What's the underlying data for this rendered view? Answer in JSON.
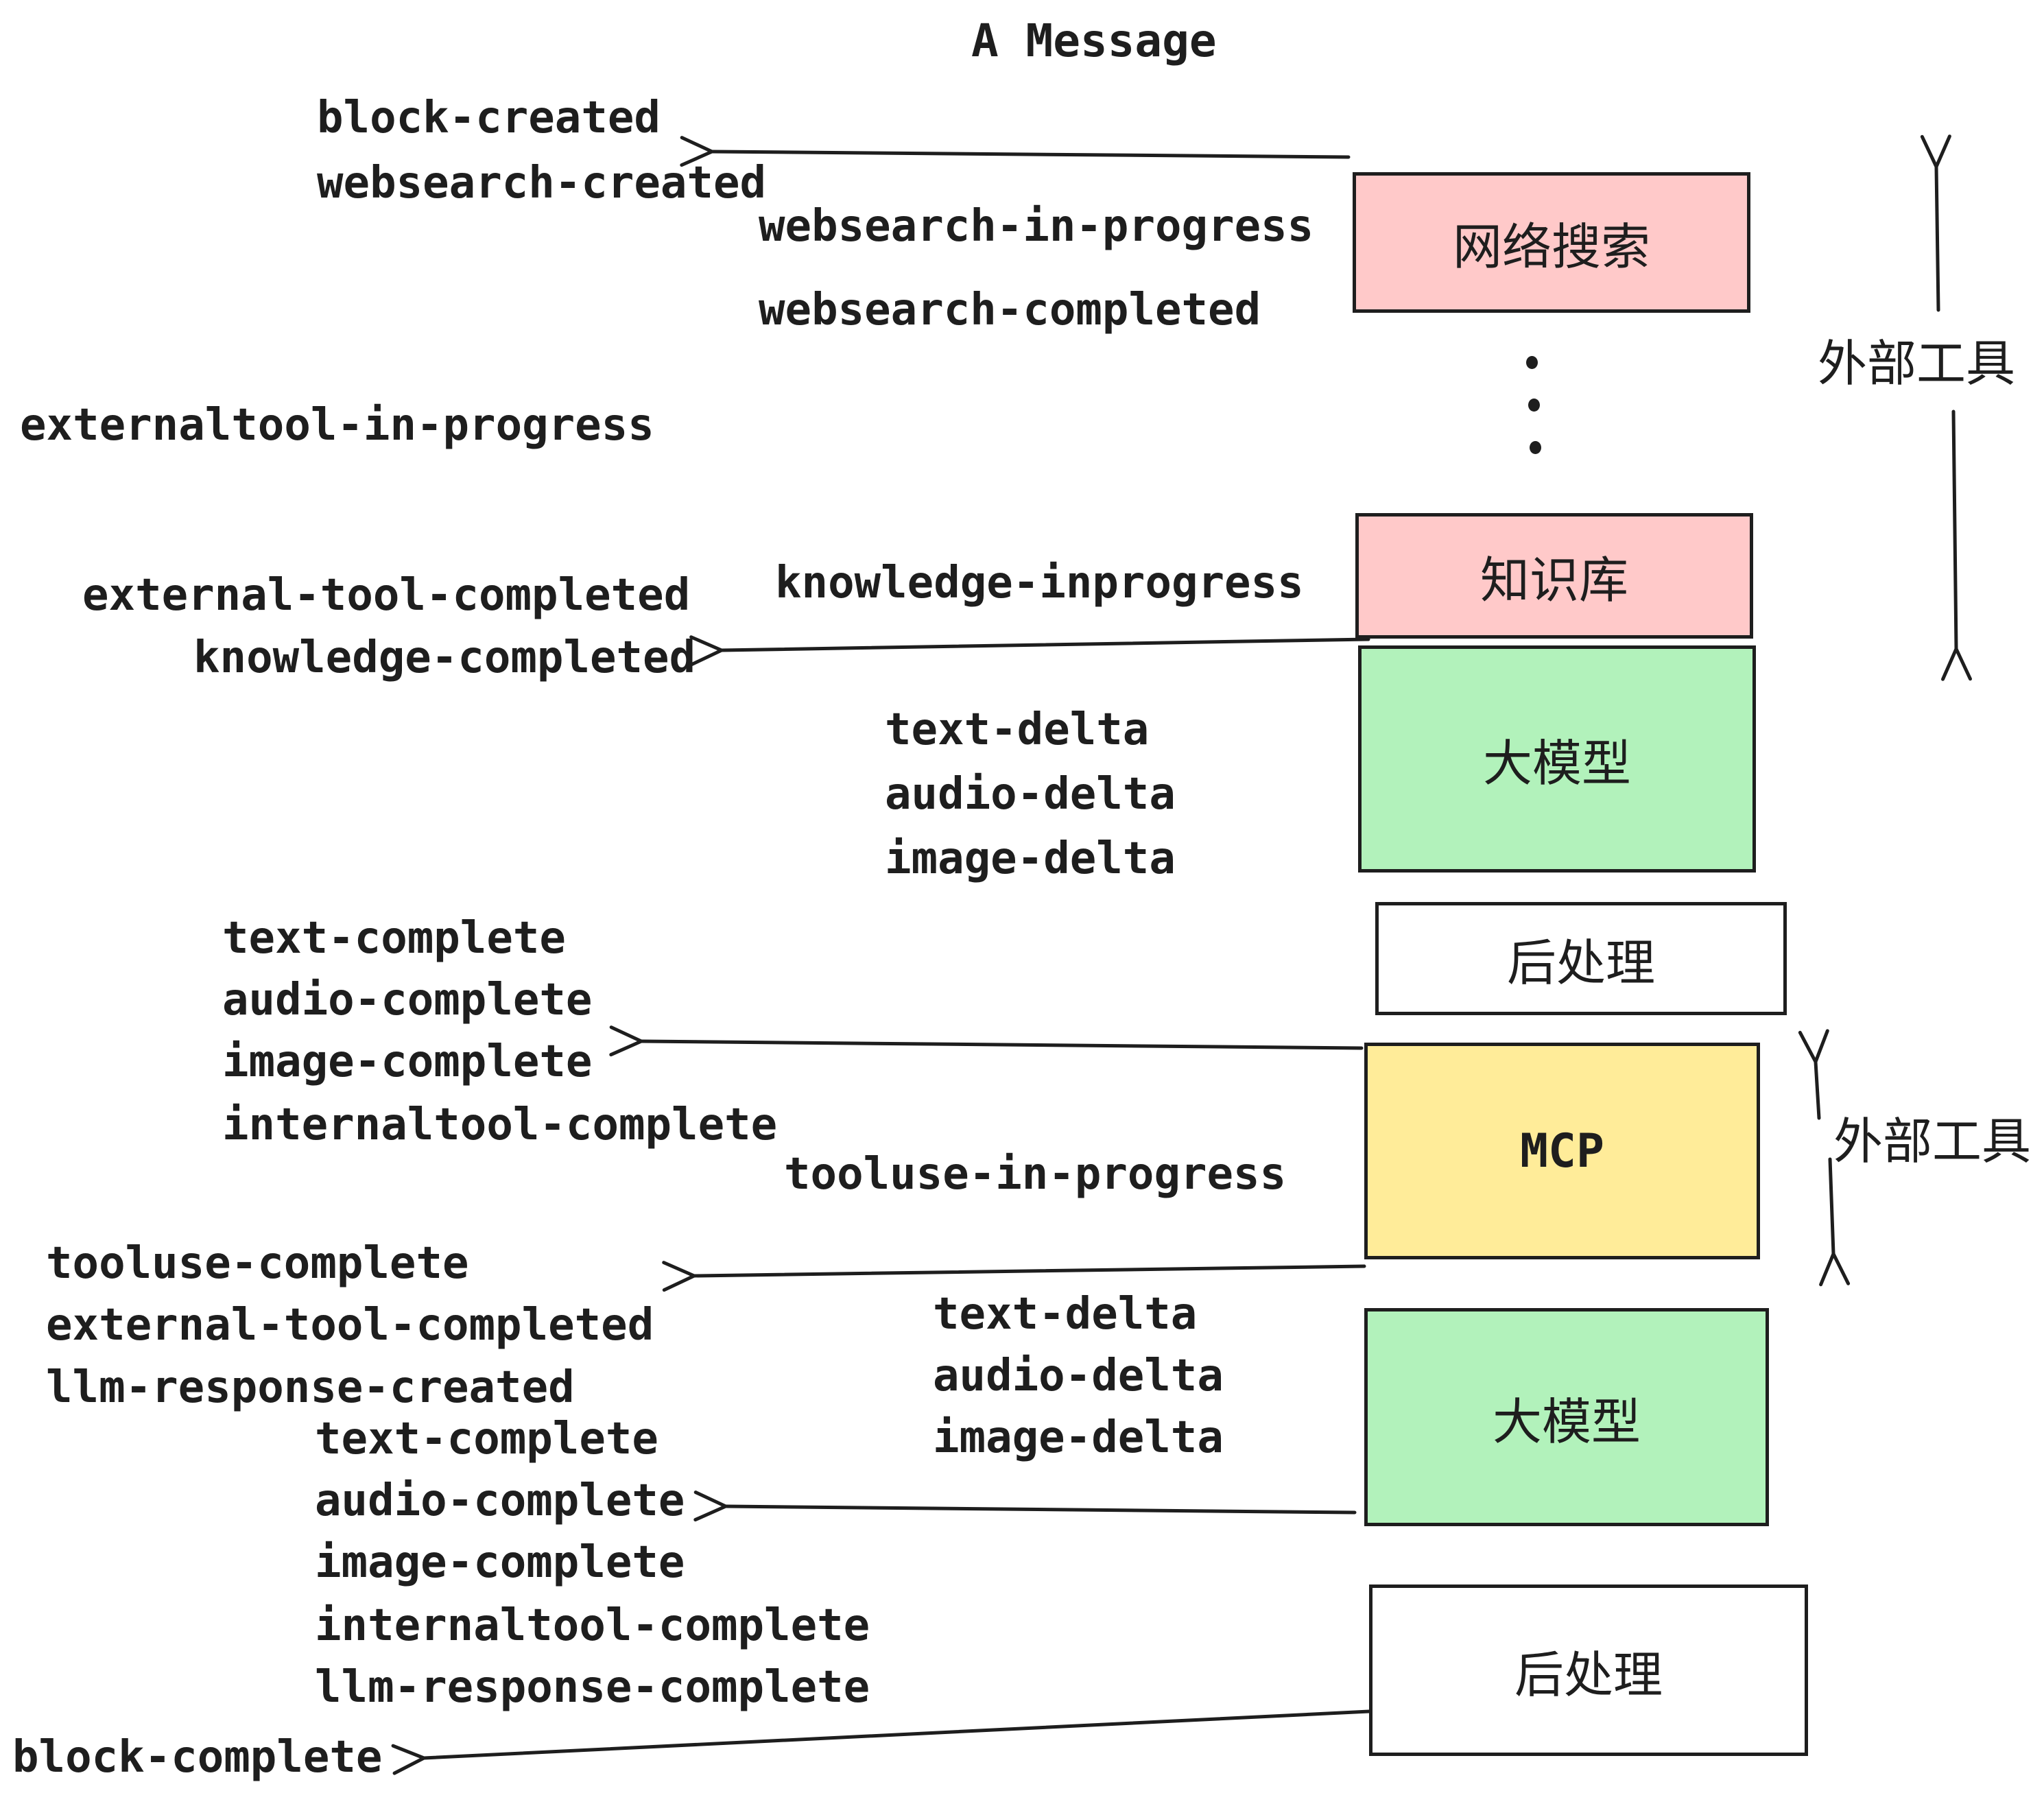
{
  "title": "A Message",
  "events": {
    "block_created": "block-created",
    "websearch_created": "websearch-created",
    "websearch_in_progress": "websearch-in-progress",
    "websearch_completed": "websearch-completed",
    "externaltool_in_progress": "externaltool-in-progress",
    "knowledge_inprogress": "knowledge-inprogress",
    "external_tool_completed_1": "external-tool-completed",
    "knowledge_completed": "knowledge-completed",
    "text_delta_1": "text-delta",
    "audio_delta_1": "audio-delta",
    "image_delta_1": "image-delta",
    "text_complete_1": "text-complete",
    "audio_complete_1": "audio-complete",
    "image_complete_1": "image-complete",
    "internaltool_complete_1": "internaltool-complete",
    "tooluse_in_progress": "tooluse-in-progress",
    "tooluse_complete": "tooluse-complete",
    "external_tool_completed_2": "external-tool-completed",
    "llm_response_created": "llm-response-created",
    "text_delta_2": "text-delta",
    "audio_delta_2": "audio-delta",
    "image_delta_2": "image-delta",
    "text_complete_2": "text-complete",
    "audio_complete_2": "audio-complete",
    "image_complete_2": "image-complete",
    "internaltool_complete_2": "internaltool-complete",
    "llm_response_complete": "llm-response-complete",
    "block_complete": "block-complete"
  },
  "boxes": {
    "websearch": {
      "label": "网络搜索",
      "color": "#ffc9c9"
    },
    "knowledge": {
      "label": "知识库",
      "color": "#ffc9c9"
    },
    "llm1": {
      "label": "大模型",
      "color": "#b2f2bb"
    },
    "post1": {
      "label": "后处理",
      "color": "#ffffff"
    },
    "mcp": {
      "label": "MCP",
      "color": "#ffec99"
    },
    "llm2": {
      "label": "大模型",
      "color": "#b2f2bb"
    },
    "post2": {
      "label": "后处理",
      "color": "#ffffff"
    }
  },
  "side_labels": {
    "external_tools_top": "外部工具",
    "external_tools_bottom": "外部工具"
  },
  "colors": {
    "pink": "#ffc9c9",
    "green": "#b2f2bb",
    "yellow": "#ffec99",
    "stroke": "#1e1e1e",
    "background": "#ffffff"
  }
}
